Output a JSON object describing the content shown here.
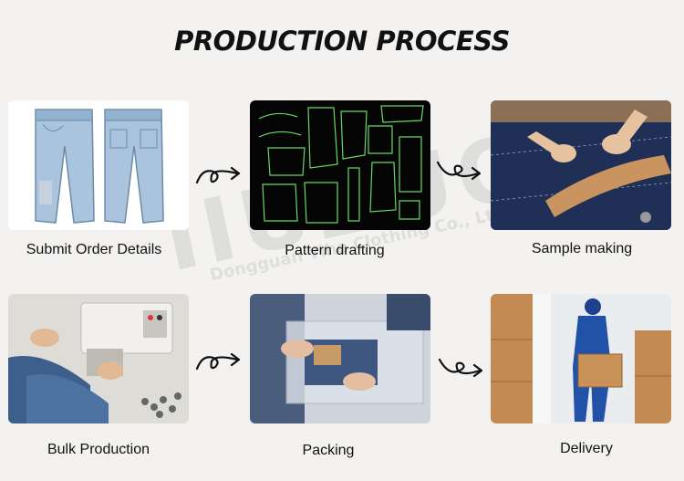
{
  "title": "PRODUCTION PROCESS",
  "watermark": {
    "brand": "IIUZUO",
    "company": "Dongguan Yihe Clothing Co., Ltd."
  },
  "steps": [
    {
      "label": "Submit Order Details",
      "image": "jeans-front-back-sketch"
    },
    {
      "label": "Pattern drafting",
      "image": "cad-pattern-pieces"
    },
    {
      "label": "Sample making",
      "image": "hands-cutting-fabric"
    },
    {
      "label": "Bulk Production",
      "image": "sewing-machine"
    },
    {
      "label": "Packing",
      "image": "jeans-in-plastic-bags"
    },
    {
      "label": "Delivery",
      "image": "worker-carrying-boxes"
    }
  ],
  "arrows": [
    "curly-arrow-icon",
    "curly-arrow-icon",
    "curly-arrow-icon",
    "curly-arrow-icon"
  ],
  "colors": {
    "background": "#f3f2f0",
    "pattern_board": "#050505",
    "pattern_lines": "#6cd66a",
    "denim": "#5b7fa8",
    "cardboard": "#c48a54"
  }
}
